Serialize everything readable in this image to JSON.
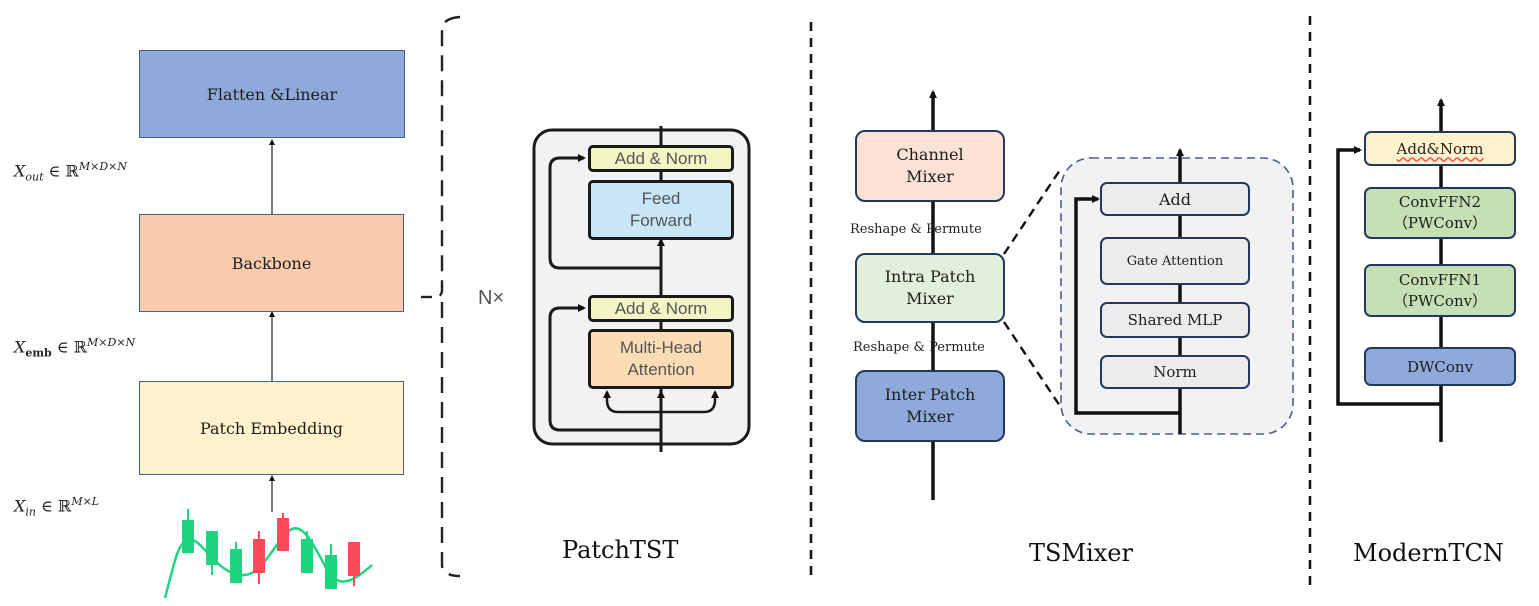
{
  "left_pipeline": {
    "boxes": {
      "flatten_linear": "Flatten &Linear",
      "backbone": "Backbone",
      "patch_embedding": "Patch Embedding"
    },
    "tensors": {
      "x_out": {
        "symbol": "X",
        "subscript": "out",
        "relation": " ∈ ℝ",
        "dims": "M×D×N"
      },
      "x_emb": {
        "symbol": "X",
        "subscript": "emb",
        "relation": " ∈ ℝ",
        "dims": "M×D×N"
      },
      "x_in": {
        "symbol": "X",
        "subscript": "in",
        "relation": " ∈ ℝ",
        "dims": "M×L"
      }
    },
    "input_icon": "candlestick-chart-icon"
  },
  "patchtst": {
    "caption": "PatchTST",
    "repeat_label": "N×",
    "blocks": {
      "add_norm_top": "Add & Norm",
      "feed_forward": [
        "Feed",
        "Forward"
      ],
      "add_norm_bottom": "Add & Norm",
      "multi_head_attention": [
        "Multi-Head",
        "Attention"
      ]
    }
  },
  "tsmixer": {
    "caption": "TSMixer",
    "blocks": {
      "channel_mixer": [
        "Channel",
        "Mixer"
      ],
      "intra_patch_mixer": [
        "Intra Patch",
        "Mixer"
      ],
      "inter_patch_mixer": [
        "Inter Patch",
        "Mixer"
      ]
    },
    "transitions": [
      "Reshape & Permute",
      "Reshape & Permute"
    ],
    "detail": {
      "add": "Add",
      "gate_attention": "Gate Attention",
      "shared_mlp": "Shared MLP",
      "norm": "Norm"
    }
  },
  "moderntcn": {
    "caption": "ModernTCN",
    "blocks": {
      "add_norm": "Add&Norm",
      "convffn2": [
        "ConvFFN2",
        "（PWConv）"
      ],
      "convffn1": [
        "ConvFFN1",
        "（PWConv）"
      ],
      "dwconv": "DWConv"
    }
  },
  "colors": {
    "blue_box": "#8eaadb",
    "peach_box": "#f7cbac",
    "yellow_box": "#fff2cc",
    "tf_yellow": "#f2f5c4",
    "tf_blue": "#c8e6f5",
    "tf_orange": "#fcdcb5",
    "tsm_peach": "#fbe2d5",
    "tsm_green": "#e2efda",
    "tsm_blue": "#8eaadb",
    "gray_panel": "#f2f2f4",
    "gray_box": "#ececec",
    "mtcn_yellow": "#fff2cc",
    "mtcn_green": "#c5e0b4",
    "candle_green": "#1ed47f",
    "candle_red": "#fc4a5a"
  }
}
